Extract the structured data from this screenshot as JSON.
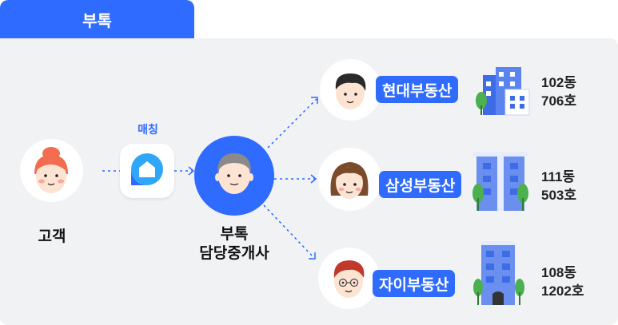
{
  "tab": {
    "label": "부톡"
  },
  "customer": {
    "label": "고객"
  },
  "match": {
    "label": "매칭"
  },
  "agent": {
    "label": "부톡\n담당중개사"
  },
  "agencies": [
    {
      "name": "현대부동산",
      "unit": "102동\n706호"
    },
    {
      "name": "삼성부동산",
      "unit": "111동\n503호"
    },
    {
      "name": "자이부동산",
      "unit": "108동\n1202호"
    }
  ],
  "colors": {
    "accent": "#2F6BFF",
    "panel": "#F1F2F4",
    "building": "#3E6BE6",
    "tree": "#4CAF50"
  }
}
